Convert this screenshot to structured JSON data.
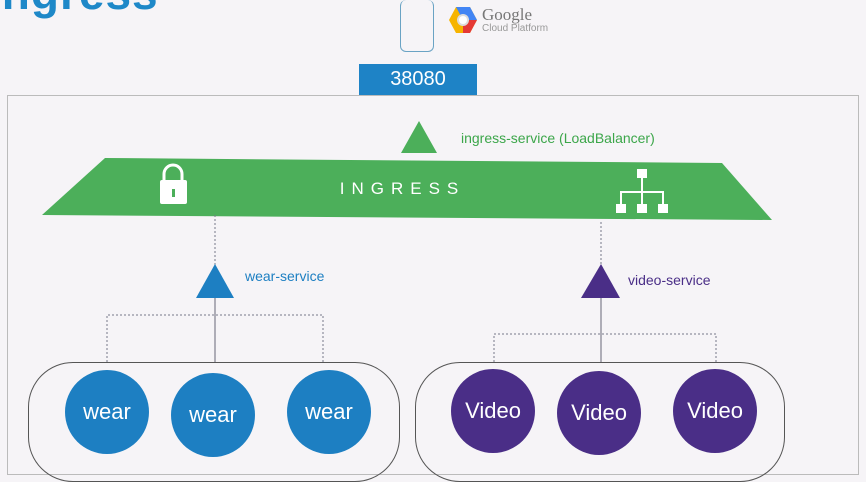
{
  "title": "Ingress",
  "cloud": {
    "name": "Google",
    "sub": "Cloud Platform"
  },
  "port": "38080",
  "ingress_service_label": "ingress-service (LoadBalancer)",
  "ingress_label": "INGRESS",
  "wear_service_label": "wear-service",
  "video_service_label": "video-service",
  "wear_pods": [
    "wear",
    "wear",
    "wear"
  ],
  "video_pods": [
    "Video",
    "Video",
    "Video"
  ],
  "colors": {
    "green": "#4caf5a",
    "blue": "#1d7fc2",
    "purple": "#4a2e87"
  }
}
